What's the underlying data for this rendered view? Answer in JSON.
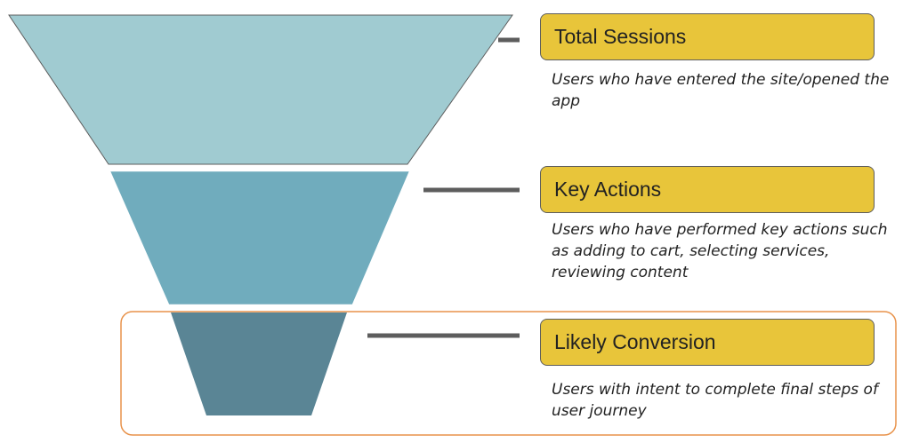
{
  "funnel": {
    "stages": [
      {
        "label": "Total Sessions",
        "description": "Users who have entered the site/opened the app",
        "color": "#a0cbd1"
      },
      {
        "label": "Key Actions",
        "description": "Users who have performed key actions such as adding to cart, selecting services, reviewing content",
        "color": "#70acbd"
      },
      {
        "label": "Likely Conversion",
        "description": "Users with intent to complete final steps of user journey",
        "color": "#5a8595"
      }
    ],
    "label_color": "#e8c53a",
    "highlight_color": "#e8924a",
    "connector_color": "#5d5d5d"
  }
}
